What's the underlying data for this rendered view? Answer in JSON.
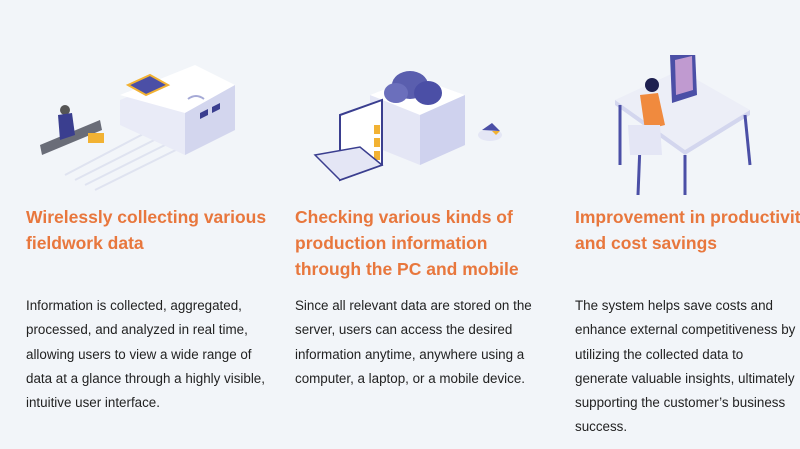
{
  "features": [
    {
      "title": "Wirelessly collecting various fieldwork data",
      "description": "Information is collected, aggregated, processed, and analyzed in real time, allowing users to view a wide range of data at a glance through a highly visible, intuitive user interface.",
      "illustration": "welder-wireless-sensor-icon"
    },
    {
      "title": "Checking various kinds of production information through the PC and mobile",
      "description": "Since all relevant data are stored on the server, users can access the desired information anytime, anywhere using a computer, a laptop, or a mobile device.",
      "illustration": "cloud-server-laptop-icon"
    },
    {
      "title": "Improvement in productivity and cost savings",
      "description": "The system helps save costs and enhance external competitiveness by utilizing the collected data to generate valuable insights, ultimately supporting the customer’s business success.",
      "illustration": "person-at-desk-icon"
    }
  ],
  "colors": {
    "accent": "#e8773d",
    "background": "#f2f5f9",
    "text": "#222222",
    "illustration": "#4b4fa6"
  }
}
